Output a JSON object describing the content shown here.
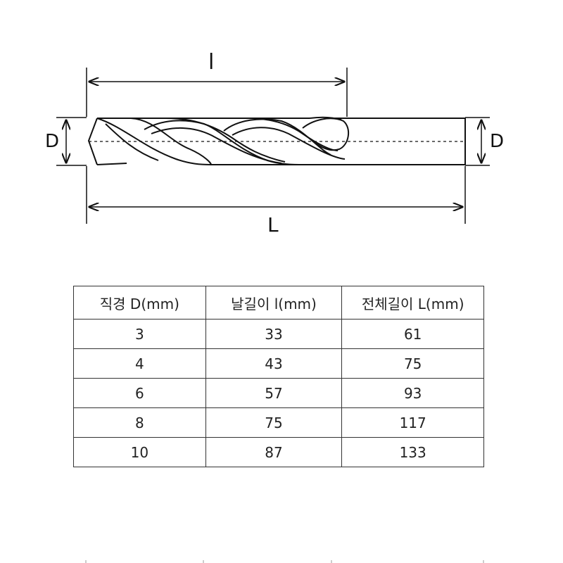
{
  "diagram": {
    "flute_length_symbol": "l",
    "total_length_symbol": "L",
    "diameter_symbol_left": "D",
    "diameter_symbol_right": "D"
  },
  "table": {
    "headers": [
      "직경 D(mm)",
      "날길이 l(mm)",
      "전체길이 L(mm)"
    ],
    "rows": [
      [
        "3",
        "33",
        "61"
      ],
      [
        "4",
        "43",
        "75"
      ],
      [
        "6",
        "57",
        "93"
      ],
      [
        "8",
        "75",
        "117"
      ],
      [
        "10",
        "87",
        "133"
      ]
    ]
  }
}
